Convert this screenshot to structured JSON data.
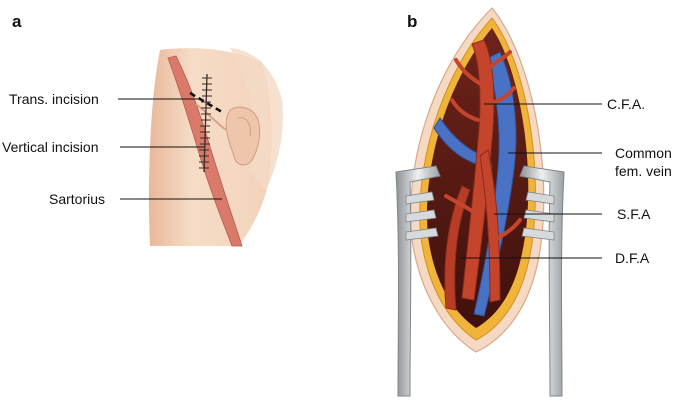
{
  "panel_a": {
    "letter": "a",
    "labels": {
      "trans_incision": "Trans. incision",
      "vertical_incision": "Vertical incision",
      "sartorius": "Sartorius"
    }
  },
  "panel_b": {
    "letter": "b",
    "labels": {
      "cfa": "C.F.A.",
      "common_fem_vein_line1": "Common",
      "common_fem_vein_line2": "fem. vein",
      "sfa": "S.F.A",
      "dfa": "D.F.A"
    }
  },
  "colors": {
    "skin": "#f3d3bb",
    "skin_shadow": "#e7b89b",
    "muscle": "#d9786a",
    "artery": "#c4452c",
    "vein": "#4a72c4",
    "wound_floor": "#5a1a14",
    "fat": "#f0b43a",
    "retractor": "#bfc3c6"
  }
}
